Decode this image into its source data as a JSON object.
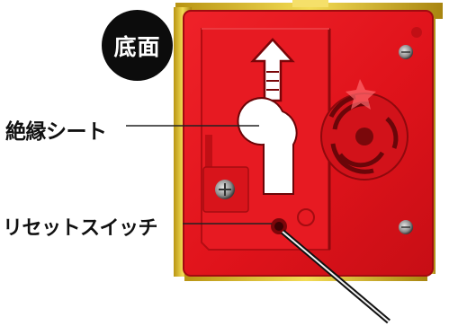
{
  "badge": {
    "text": "底面"
  },
  "callouts": {
    "insulation_sheet": "絶縁シート",
    "reset_switch": "リセットスイッチ"
  },
  "colors": {
    "device_body": "#e4141c",
    "device_shadow": "#a10b10",
    "gold_rim": "#d4b41a",
    "badge_bg": "#0c0c0c"
  }
}
